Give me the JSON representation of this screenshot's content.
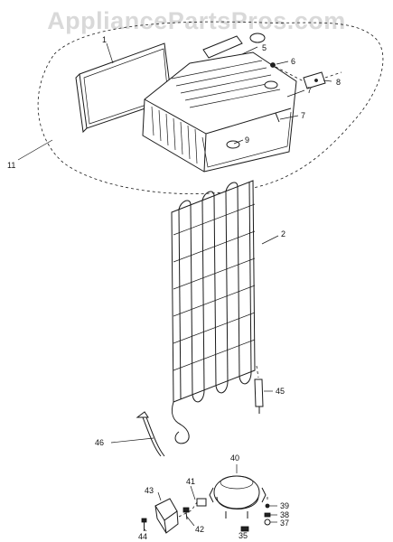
{
  "watermark": "AppliancePartsPros.com",
  "callouts": {
    "c1": "1",
    "c2": "2",
    "c5": "5",
    "c6": "6",
    "c7a": "7",
    "c7b": "7",
    "c8": "8",
    "c9": "9",
    "c11": "11",
    "c35": "35",
    "c37": "37",
    "c38": "38",
    "c39": "39",
    "c40": "40",
    "c41": "41",
    "c42": "42",
    "c43": "43",
    "c44": "44",
    "c45": "45",
    "c46": "46"
  }
}
